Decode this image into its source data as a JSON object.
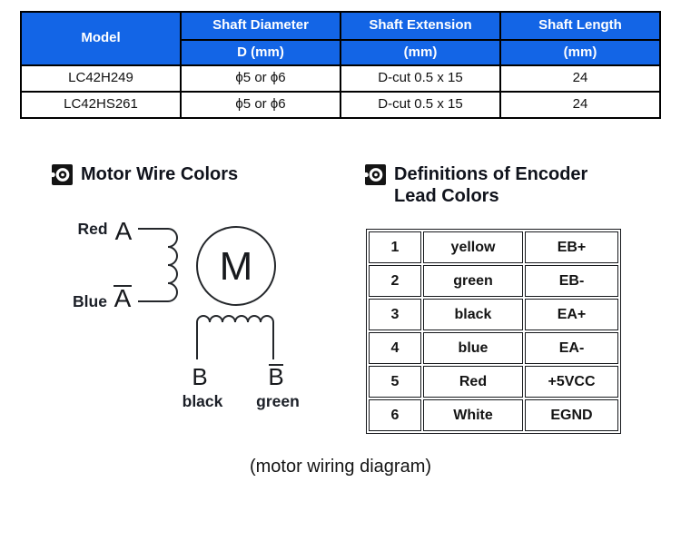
{
  "colors": {
    "header_blue": "#1365e6",
    "border_black": "#000000",
    "text_dark": "#111111"
  },
  "spec_table": {
    "model_header": "Model",
    "columns": [
      {
        "title": "Shaft Diameter",
        "unit": "D (mm)"
      },
      {
        "title": "Shaft Extension",
        "unit": "(mm)"
      },
      {
        "title": "Shaft Length",
        "unit": "(mm)"
      }
    ],
    "rows": [
      {
        "model": "LC42H249",
        "diameter": "ϕ5 or ϕ6",
        "extension": "D-cut 0.5 x 15",
        "length": "24"
      },
      {
        "model": "LC42HS261",
        "diameter": "ϕ5 or ϕ6",
        "extension": "D-cut 0.5 x 15",
        "length": "24"
      }
    ]
  },
  "sections": {
    "motor_wires": {
      "title": "Motor Wire Colors"
    },
    "encoder": {
      "title_line1": "Definitions of Encoder",
      "title_line2": "Lead Colors"
    }
  },
  "diagram": {
    "phase_a": {
      "pos_color": "Red",
      "pos_terminal": "A",
      "neg_color": "Blue",
      "neg_terminal": "A"
    },
    "motor_symbol": "M",
    "phase_b": {
      "pos_terminal": "B",
      "pos_color": "black",
      "neg_terminal": "B",
      "neg_color": "green"
    }
  },
  "encoder_table": {
    "rows": [
      {
        "pin": "1",
        "color": "yellow",
        "signal": "EB+"
      },
      {
        "pin": "2",
        "color": "green",
        "signal": "EB-"
      },
      {
        "pin": "3",
        "color": "black",
        "signal": "EA+"
      },
      {
        "pin": "4",
        "color": "blue",
        "signal": "EA-"
      },
      {
        "pin": "5",
        "color": "Red",
        "signal": "+5VCC"
      },
      {
        "pin": "6",
        "color": "White",
        "signal": "EGND"
      }
    ]
  },
  "caption": "(motor wiring diagram)"
}
